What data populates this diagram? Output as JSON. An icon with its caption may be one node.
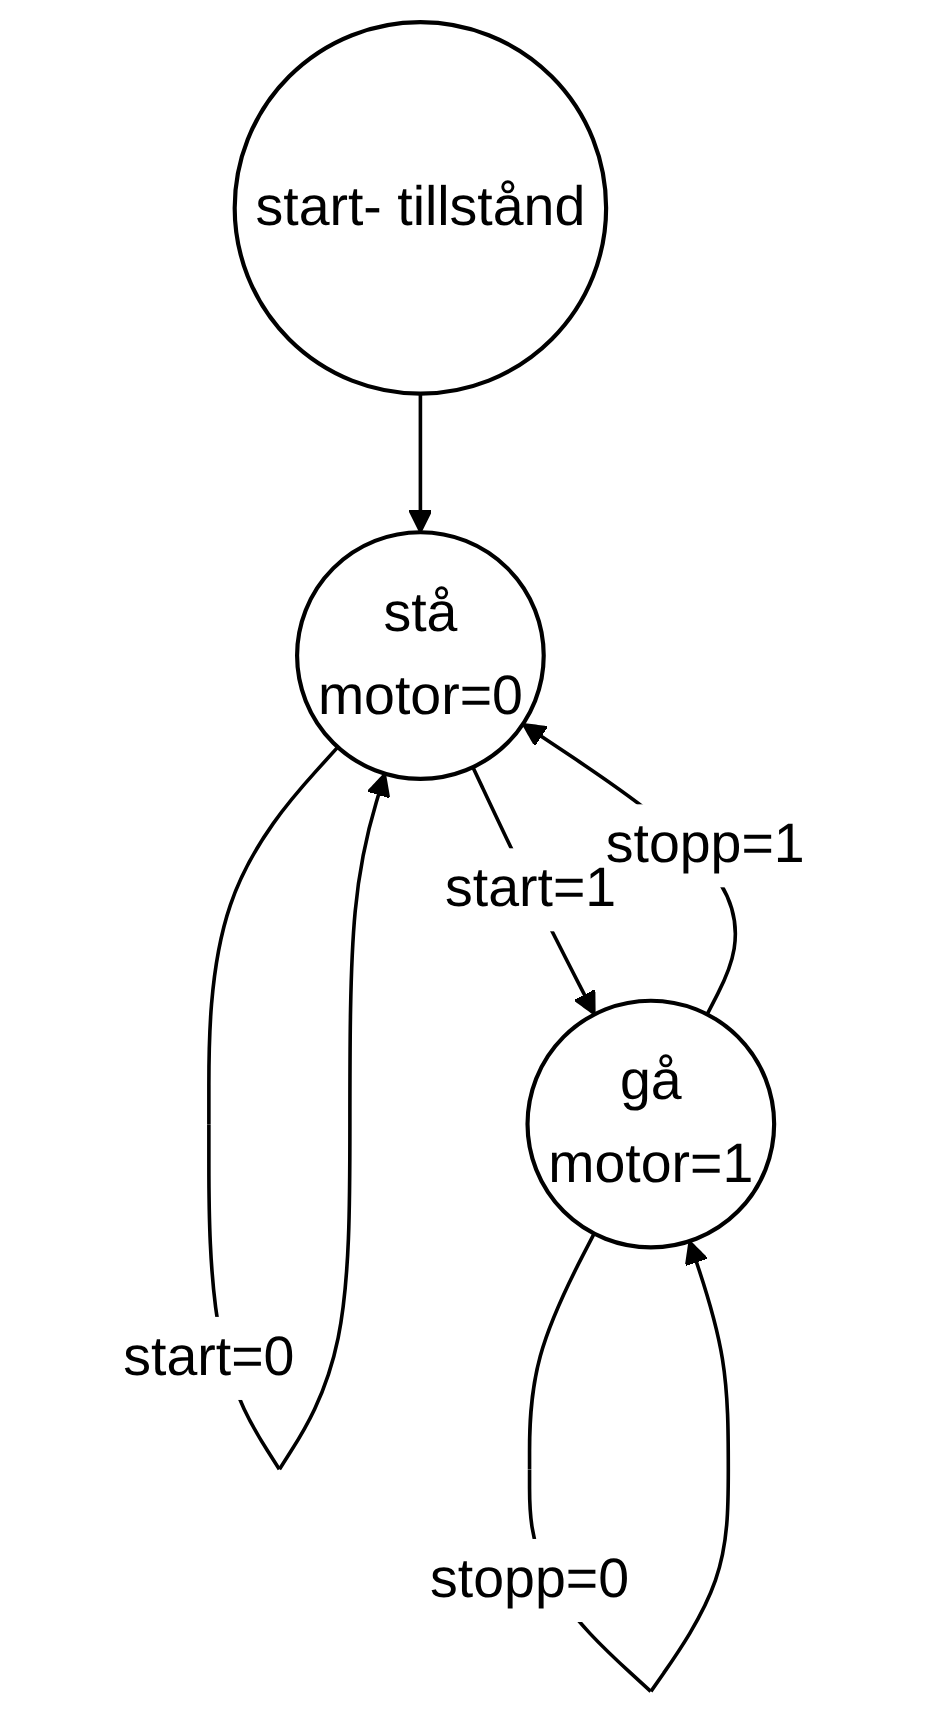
{
  "diagram": {
    "nodes": [
      {
        "text": [
          "start- tillstånd"
        ]
      },
      {
        "text": [
          "stå",
          "motor=0"
        ]
      },
      {
        "text": [
          "gå",
          "motor=1"
        ]
      }
    ],
    "edges": [
      {
        "from": 0,
        "to": 1,
        "arrow": "to"
      },
      {
        "from": 1,
        "to": 1,
        "label": "start=0",
        "arrow": "to"
      },
      {
        "from": 1,
        "to": 2,
        "label": "start=1",
        "arrow": "to"
      },
      {
        "from": 2,
        "to": 1,
        "label": "stopp=1",
        "arrow": "to"
      },
      {
        "from": 2,
        "to": 2,
        "label": "stopp=0",
        "arrow": "to"
      }
    ]
  }
}
